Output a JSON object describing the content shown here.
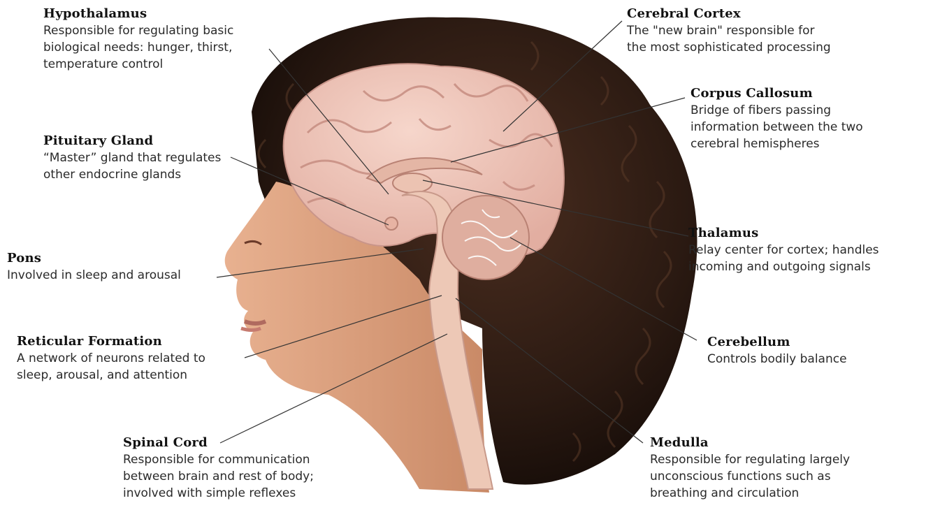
{
  "labels": {
    "hypothalamus": {
      "title": "Hypothalamus",
      "desc": "Responsible for regulating basic\nbiological needs: hunger, thirst,\ntemperature control"
    },
    "pituitary": {
      "title": "Pituitary Gland",
      "desc": "“Master” gland that regulates\nother endocrine glands"
    },
    "pons": {
      "title": "Pons",
      "desc": "Involved in sleep and arousal"
    },
    "reticular": {
      "title": "Reticular Formation",
      "desc": "A network of neurons related to\nsleep, arousal, and attention"
    },
    "spinal": {
      "title": "Spinal Cord",
      "desc": "Responsible for communication\nbetween brain and rest of body;\ninvolved with simple reflexes"
    },
    "cortex": {
      "title": "Cerebral Cortex",
      "desc": "The \"new brain\" responsible for\nthe most sophisticated processing"
    },
    "callosum": {
      "title": "Corpus Callosum",
      "desc": "Bridge of fibers passing\ninformation between the two\ncerebral hemispheres"
    },
    "thalamus": {
      "title": "Thalamus",
      "desc": "Relay center for cortex; handles\nincoming and outgoing signals"
    },
    "cerebellum": {
      "title": "Cerebellum",
      "desc": "Controls bodily balance"
    },
    "medulla": {
      "title": "Medulla",
      "desc": "Responsible for regulating largely\nunconscious functions such as\nbreathing and circulation"
    }
  },
  "colors": {
    "hair": "#2b1a12",
    "skin": "#e3a882",
    "brain": "#eec3b6",
    "brain_fold": "#c9958a",
    "leader_line": "#333333"
  }
}
